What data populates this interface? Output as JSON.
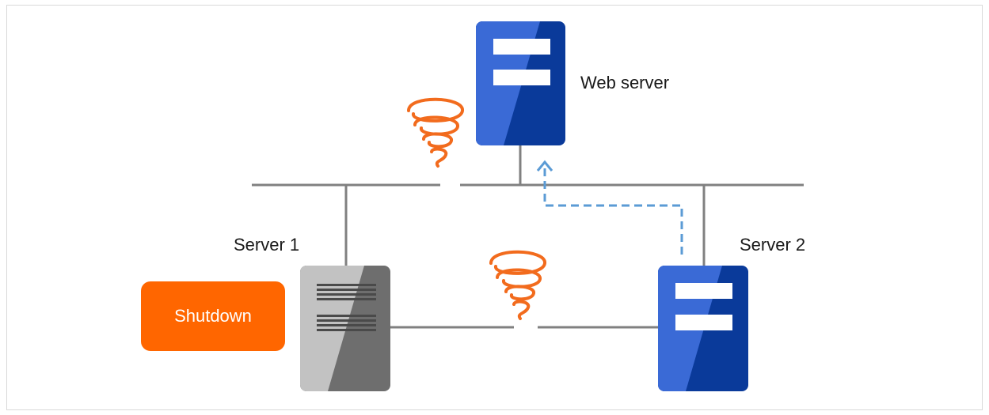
{
  "labels": {
    "web_server": "Web server",
    "server1": "Server 1",
    "server2": "Server 2",
    "shutdown": "Shutdown"
  },
  "colors": {
    "server_blue_dark": "#0a3a9a",
    "server_blue_light": "#3a6ad6",
    "server_gray_dark": "#6e6e6e",
    "server_gray_light": "#c2c2c2",
    "network_line": "#808080",
    "route_arrow": "#5b9bd5",
    "fault_icon": "#f26b1d",
    "shutdown_badge": "#ff6600"
  },
  "icons": [
    "tornado-icon",
    "server-icon"
  ]
}
